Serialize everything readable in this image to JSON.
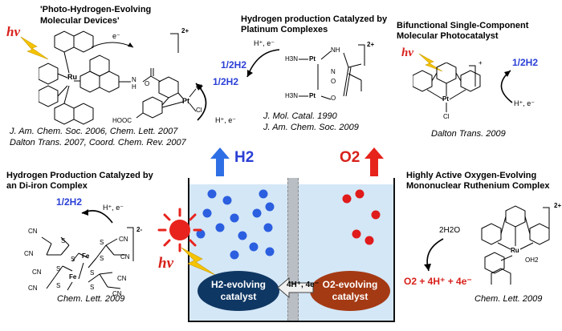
{
  "panels": {
    "ru_dyad": {
      "title_line1": "'Photo-Hydrogen-Evolving",
      "title_line2": "Molecular Devices'",
      "light": "hν",
      "electron": "e⁻",
      "charge": "2+",
      "metal1": "Ru",
      "metal2": "Pt",
      "cl1": "Cl",
      "cl2": "Cl",
      "amide_o": "O",
      "amide_n": "N",
      "amide_h": "H",
      "cooh": "HOOC",
      "product": "1/2H2",
      "input": "H⁺, e⁻",
      "ref1": "J. Am. Chem. Soc. 2006, Chem. Lett. 2007",
      "ref2": "Dalton Trans. 2007, Coord. Chem. Rev. 2007"
    },
    "pt_dimer": {
      "title_line1": "Hydrogen production Catalyzed by",
      "title_line2": "Platinum Complexes",
      "input": "H⁺, e⁻",
      "product": "1/2H2",
      "charge": "2+",
      "h3n_top": "H3N",
      "h3n_bot": "H3N",
      "pt_top": "Pt",
      "pt_bot": "Pt",
      "nh_top": "NH",
      "n_bot": "N",
      "o_top": "O",
      "o_bot": "O",
      "ref1": "J. Mol. Catal. 1990",
      "ref2": "J. Am. Chem. Soc. 2009"
    },
    "bifunctional": {
      "title_line1": "Bifunctional Single-Component",
      "title_line2": "Molecular Photocatalyst",
      "light": "hν",
      "charge": "+",
      "product": "1/2H2",
      "input": "H⁺, e⁻",
      "metal": "Pt",
      "ligand": "Cl",
      "ref": "Dalton Trans. 2009"
    },
    "diiron": {
      "title_line1": "Hydrogen Production Catalyzed by",
      "title_line2": "an Di-iron Complex",
      "product": "1/2H2",
      "input": "H⁺, e⁻",
      "charge": "2-",
      "metal1": "Fe",
      "metal2": "Fe",
      "cn": "CN",
      "s": "S",
      "ref": "Chem. Lett. 2009"
    },
    "ru_mono": {
      "title_line1": "Highly Active Oxygen-Evolving",
      "title_line2": "Mononuclear Ruthenium Complex",
      "charge": "2+",
      "water": "2H2O",
      "products": "O2 + 4H⁺ + 4e⁻",
      "metal": "Ru",
      "ligand": "OH2",
      "ref": "Chem. Lett. 2009"
    }
  },
  "cell": {
    "h2_label": "H2",
    "o2_label": "O2",
    "light": "hν",
    "h2_catalyst_line1": "H2-evolving",
    "h2_catalyst_line2": "catalyst",
    "o2_catalyst_line1": "O2-evolving",
    "o2_catalyst_line2": "catalyst",
    "transfer": "4H⁺, 4e⁻"
  },
  "colors": {
    "blue": "#2a3fd6",
    "h2_bubble": "#2b5fe0",
    "o2_bubble": "#e01b1b",
    "h2_catalyst_fill": "#0f3763",
    "o2_catalyst_fill": "#a43a14",
    "water": "#d4e7f7",
    "sun": "#e8231d",
    "bolt": "#f5c400",
    "arrow_blue": "#2f6fe6",
    "arrow_red": "#e6241c"
  }
}
